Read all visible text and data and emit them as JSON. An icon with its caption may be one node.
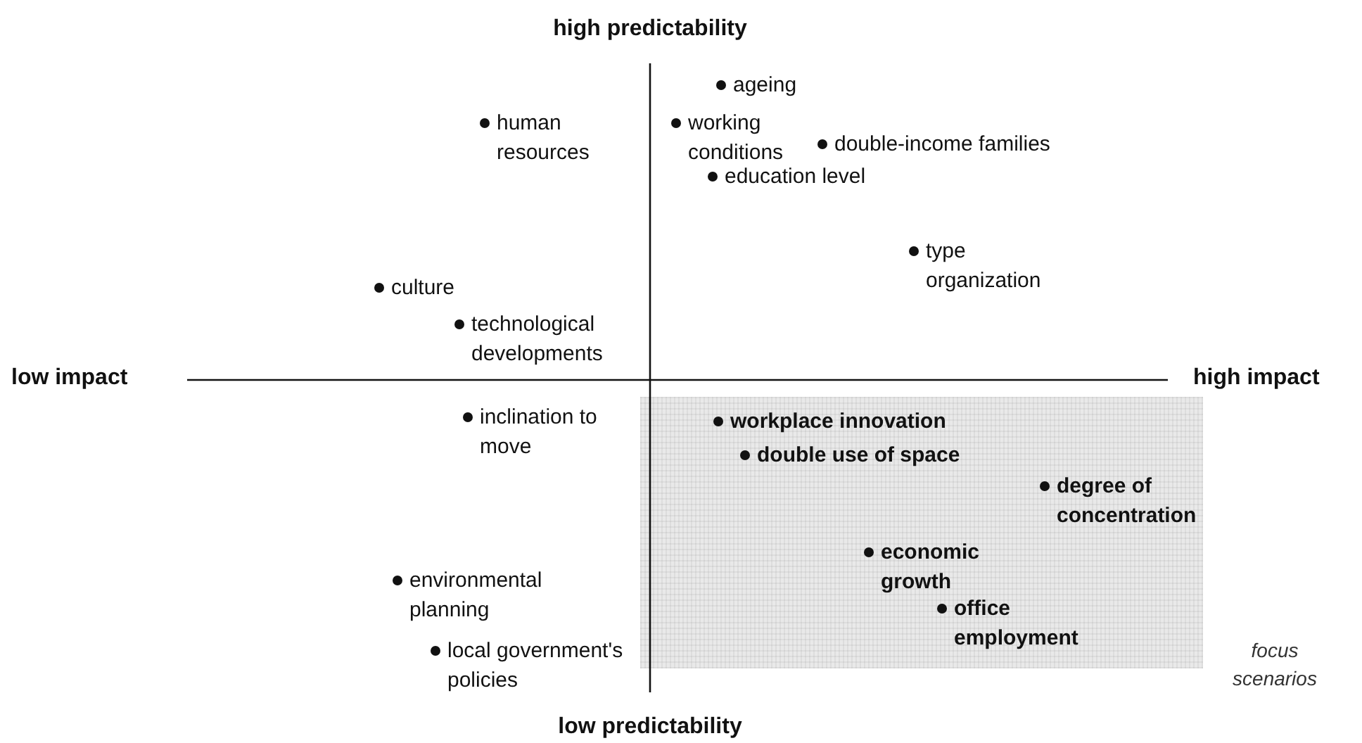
{
  "diagram": {
    "nodes": [
      {
        "text": [
          "focus scenarios"
        ]
      }
    ],
    "labels": [
      "high predictability",
      "ageing",
      "human resources",
      "working conditions",
      "double-income families",
      "education level",
      "type organization",
      "culture",
      "technological developments",
      "low impact",
      "high impact",
      "inclination to move",
      "workplace innovation",
      "double use of space",
      "degree of concentration",
      "economic growth",
      "office employment",
      "environmental planning",
      "local government's policies",
      "low predictability"
    ]
  }
}
